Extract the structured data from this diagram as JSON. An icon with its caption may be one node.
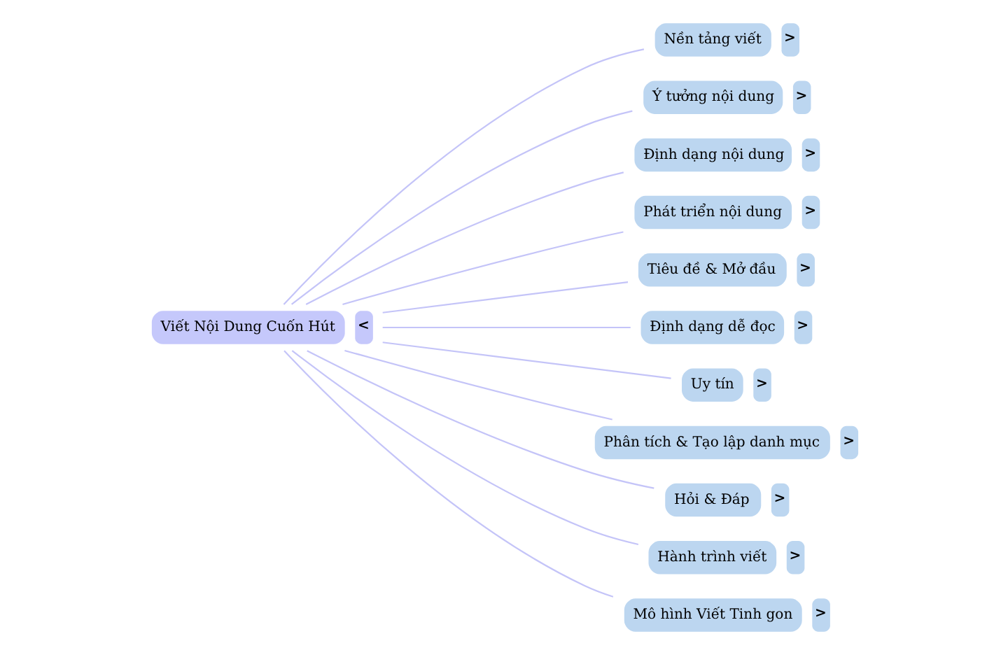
{
  "diagram": {
    "nodes": [
      {
        "text": [
          "Viết Nội Dung Cuốn Hút"
        ],
        "beside": [
          "<"
        ]
      },
      {
        "text": [
          "Nền tảng viết"
        ],
        "beside": [
          ">"
        ]
      },
      {
        "text": [
          "Ý tưởng nội dung"
        ],
        "beside": [
          ">"
        ]
      },
      {
        "text": [
          "Định dạng nội dung"
        ],
        "beside": [
          ">"
        ]
      },
      {
        "text": [
          "Phát triển nội dung"
        ],
        "beside": [
          ">"
        ]
      },
      {
        "text": [
          "Tiêu đề & Mở đầu"
        ],
        "beside": [
          ">"
        ]
      },
      {
        "text": [
          "Định dạng dễ đọc"
        ],
        "beside": [
          ">"
        ]
      },
      {
        "text": [
          "Uy tín"
        ],
        "beside": [
          ">"
        ]
      },
      {
        "text": [
          "Phân tích & Tạo lập danh mục"
        ],
        "beside": [
          ">"
        ]
      },
      {
        "text": [
          "Hỏi & Đáp"
        ],
        "beside": [
          ">"
        ]
      },
      {
        "text": [
          "Hành trình viết"
        ],
        "beside": [
          ">"
        ]
      },
      {
        "text": [
          "Mô hình Viết Tinh gon"
        ],
        "beside": [
          ">"
        ]
      }
    ],
    "edges": [
      {
        "from": 0,
        "to": 1,
        "arrow": "none"
      },
      {
        "from": 0,
        "to": 2,
        "arrow": "none"
      },
      {
        "from": 0,
        "to": 3,
        "arrow": "none"
      },
      {
        "from": 0,
        "to": 4,
        "arrow": "none"
      },
      {
        "from": 0,
        "to": 5,
        "arrow": "none"
      },
      {
        "from": 0,
        "to": 6,
        "arrow": "none"
      },
      {
        "from": 0,
        "to": 7,
        "arrow": "none"
      },
      {
        "from": 0,
        "to": 8,
        "arrow": "none"
      },
      {
        "from": 0,
        "to": 9,
        "arrow": "none"
      },
      {
        "from": 0,
        "to": 10,
        "arrow": "none"
      },
      {
        "from": 0,
        "to": 11,
        "arrow": "none"
      }
    ]
  }
}
